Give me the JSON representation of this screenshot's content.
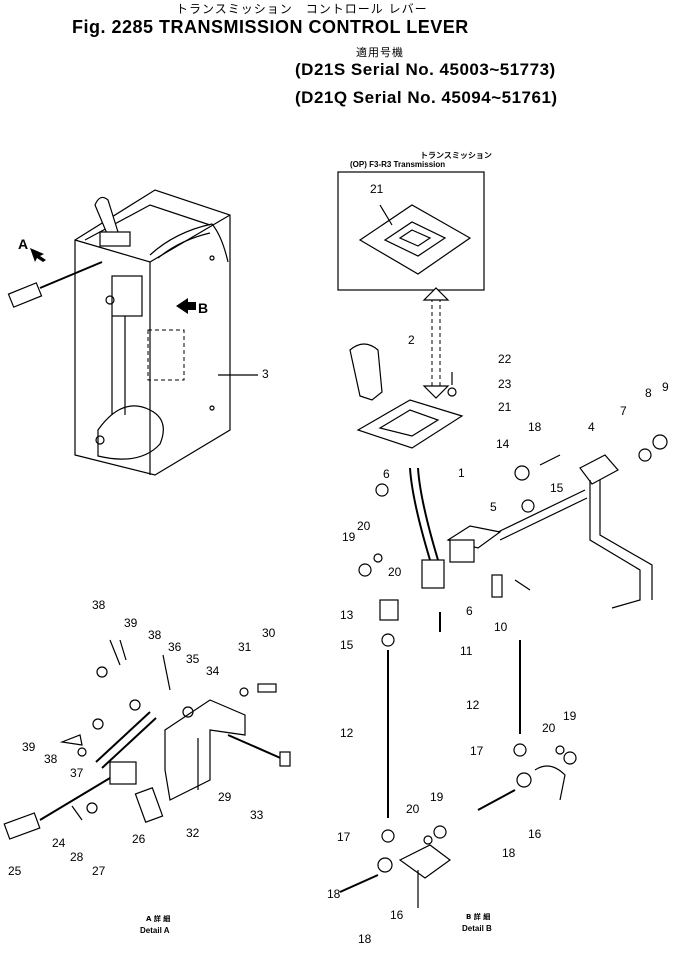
{
  "header": {
    "jp_title": "トランスミッション　コントロール レバー",
    "title": "Fig. 2285 TRANSMISSION CONTROL LEVER",
    "applicable_jp": "適用号機",
    "serial_1": "(D21S  Serial No. 45003~51773)",
    "serial_2": "(D21Q Serial No. 45094~51761)"
  },
  "inset": {
    "jp": "トランスミッション",
    "label": "(OP)  F3-R3  Transmission"
  },
  "arrows": {
    "a": "A",
    "b": "B"
  },
  "details": {
    "a_jp": "A 詳 細",
    "a": "Detail  A",
    "b_jp": "B 詳 細",
    "b": "Detail  B"
  },
  "callouts": {
    "c3": "3",
    "c21a": "21",
    "c2": "2",
    "c22": "22",
    "c23": "23",
    "c21b": "21",
    "c18a": "18",
    "c14": "14",
    "c4": "4",
    "c7": "7",
    "c8": "8",
    "c9": "9",
    "c1": "1",
    "c6a": "6",
    "c15a": "15",
    "c5": "5",
    "c20a": "20",
    "c19a": "19",
    "c20b": "20",
    "c13": "13",
    "c6b": "6",
    "c10": "10",
    "c15b": "15",
    "c11": "11",
    "c12a": "12",
    "c12b": "12",
    "c20c": "20",
    "c19b": "19",
    "c17a": "17",
    "c16a": "16",
    "c18b": "18",
    "c20d": "20",
    "c19c": "19",
    "c17b": "17",
    "c16b": "16",
    "c18c": "18",
    "c18d": "18",
    "c38a": "38",
    "c39a": "39",
    "c38b": "38",
    "c36": "36",
    "c35": "35",
    "c34": "34",
    "c31": "31",
    "c30": "30",
    "c39b": "39",
    "c38c": "38",
    "c37": "37",
    "c33": "33",
    "c29": "29",
    "c26": "26",
    "c32": "32",
    "c24": "24",
    "c28": "28",
    "c27": "27",
    "c25": "25"
  }
}
